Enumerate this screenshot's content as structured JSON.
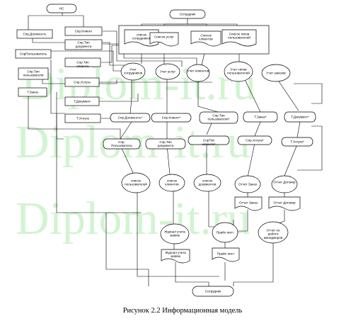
{
  "caption": "Рисунок 2.2 Информационная модель",
  "watermark": "Diplom-it.ru",
  "nodes": {
    "top_actor": "НС",
    "top_actor2": "Сотрудник",
    "bottom_actor": "Сотрудник",
    "s_dolzh": "Спр.Должность",
    "s_polz": "СпрПользователь",
    "s_tip_polz": "Спр.Тип пользователя",
    "t_zakaz": "Т.Заказ",
    "s_klient": "Спр.Клиент",
    "s_tip_dok": "Спр.Тип документа",
    "s_tip_klient": "Спр.Тип клиента",
    "s_uslug": "Спр.Услуга",
    "t_dokum": "Т.Документ",
    "t_uslug": "Т.Услуга",
    "d_spisok_sotr": "список сотрудников",
    "d_spisok_uslug": "Список услуг",
    "d_spisok_klient": "Список клиентов",
    "d_spisok_tip_polz": "Список типов пользователей",
    "p_uchet_sotr": "Учет сотрудников",
    "p_uchet_uslug": "Учет услуг",
    "p_uchet_klient": "Учет клиентов",
    "p_uchet_tip_polz": "Учет типов пользователей",
    "p_uchet_zakaz": "Учет заказов",
    "s_dolzh2": "Спр.Должность*",
    "s_klient2": "Спр.Клиент*",
    "s_tip_polz2": "Спр.Тип пользователя*",
    "t_zakaz2": "Т.Заказ*",
    "t_dokum2": "Т.Документ*",
    "s_polz2": "Спр. Пользователь",
    "s_tip_dok2": "Спр.Тип документа",
    "s_tip_klient2": "СпрТип клиента*",
    "s_uslug2": "Спр.Услуга*",
    "t_uslug2": "Т.Услуга*",
    "p_spisok_polz": "список пользователей",
    "p_spisok_klient": "список клиентов",
    "p_spisok_dok": "список документов",
    "p_otchet_zakaz": "Отчет Заказ",
    "p_otchet_dogovor": "Отчет Договор",
    "d_otchet_zakaz": "Отчет Заказ",
    "d_otchet_dogovor": "Отчет Договор",
    "p_zhurnal": "Журнал учета заявок",
    "p_prajs": "Прайс-лист",
    "p_otchet_rabota": "Отчет по работе менеджеров",
    "d_zhurnal": "Журнал учета заявок",
    "d_prajs": "Прайс-лист"
  }
}
